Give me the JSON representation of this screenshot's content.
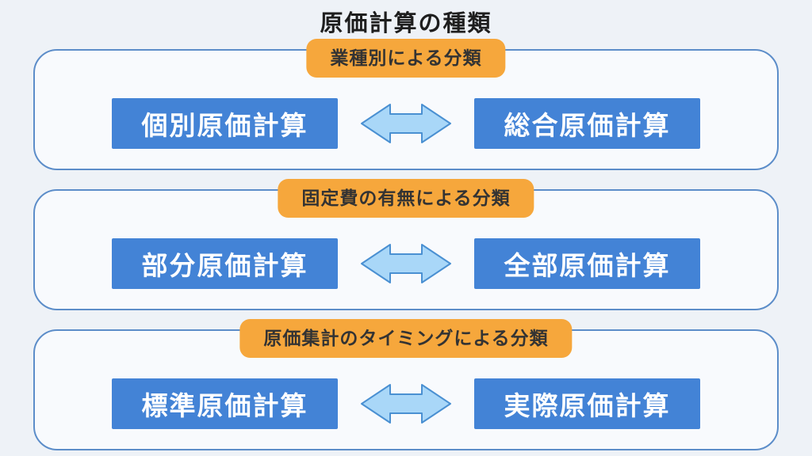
{
  "page": {
    "title": "原価計算の種類"
  },
  "colors": {
    "page_bg": "#eef2f7",
    "section_bg": "#f8fafd",
    "section_border": "#5c8dc9",
    "box_blue": "#4383d6",
    "box_text": "#ffffff",
    "badge_orange": "#f6a73c",
    "badge_text": "#333333",
    "arrow_fill": "#a9d7f8",
    "arrow_stroke": "#4a90d2",
    "title_color": "#1e1e1e"
  },
  "icons": {
    "double_arrow": "left-right-double-arrow-icon"
  },
  "sections": [
    {
      "badge": "業種別による分類",
      "left": "個別原価計算",
      "right": "総合原価計算"
    },
    {
      "badge": "固定費の有無による分類",
      "left": "部分原価計算",
      "right": "全部原価計算"
    },
    {
      "badge": "原価集計のタイミングによる分類",
      "left": "標準原価計算",
      "right": "実際原価計算"
    }
  ]
}
